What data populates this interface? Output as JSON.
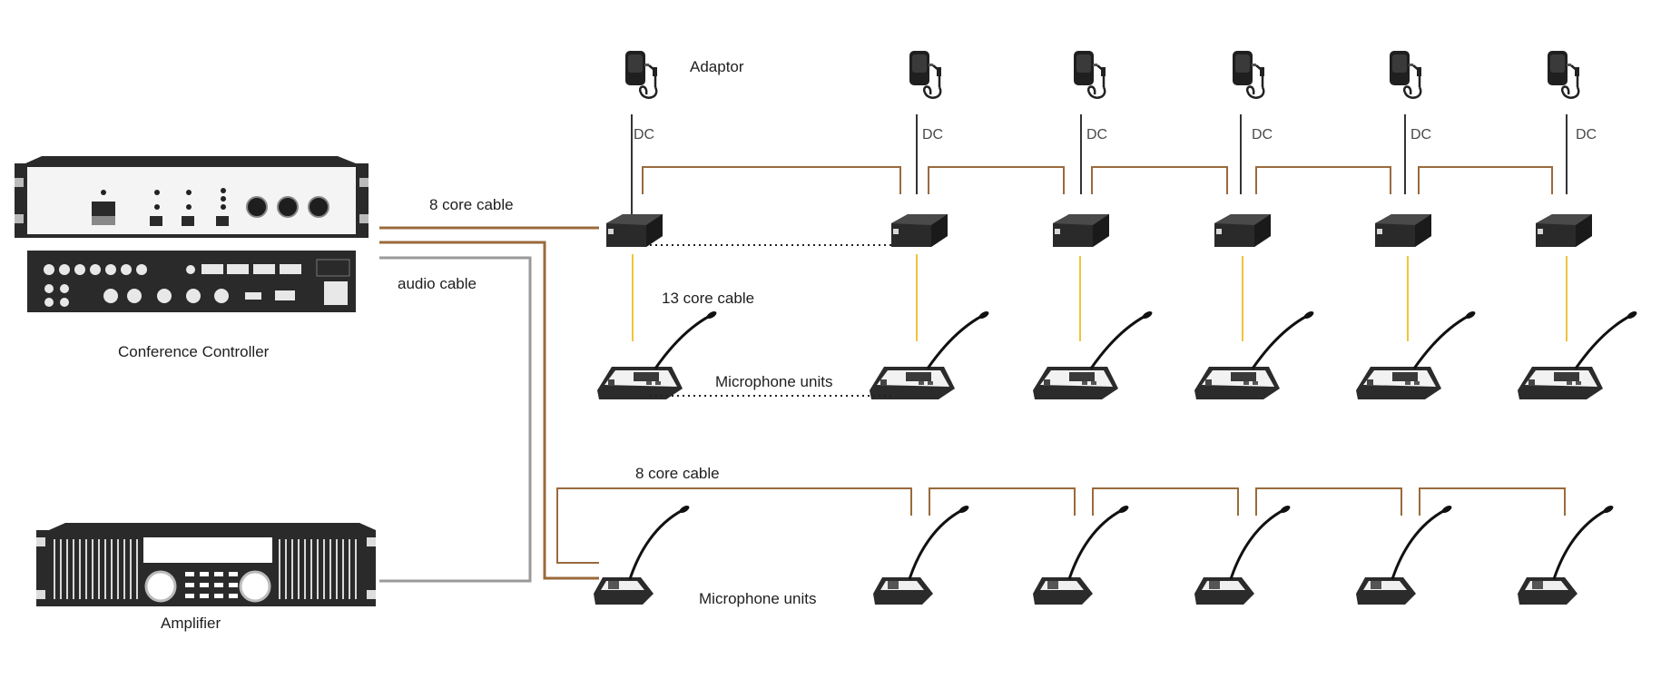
{
  "labels": {
    "adaptor": "Adaptor",
    "dc": "DC",
    "cable_8core_top": "8 core cable",
    "audio_cable": "audio cable",
    "cable_13core": "13 core cable",
    "conference_controller": "Conference Controller",
    "microphone_units_top": "Microphone units",
    "cable_8core_bottom": "8 core cable",
    "amplifier": "Amplifier",
    "microphone_units_bottom": "Microphone units"
  },
  "colors": {
    "eight_core_cable": "#9a6a3c",
    "audio_cable": "#9a9a9a",
    "thirteen_core_cable": "#f0c43a",
    "device_dark": "#2b2b2b",
    "dc_line": "#333333"
  }
}
